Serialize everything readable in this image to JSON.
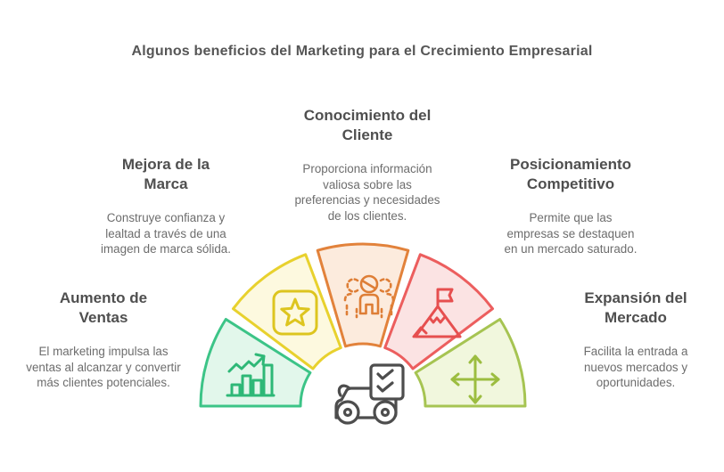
{
  "title": "Algunos beneficios del Marketing para el Crecimiento Empresarial",
  "benefits": [
    {
      "id": "aumento-de-ventas",
      "heading": "Aumento de Ventas",
      "body": "El marketing impulsa las ventas al alcanzar y convertir más clientes potenciales.",
      "fill": "#e2f7eb",
      "stroke": "#3cc487",
      "icon_stroke": "#2eb877",
      "icon": "bar-chart-growth-icon"
    },
    {
      "id": "mejora-de-la-marca",
      "heading": "Mejora de la Marca",
      "body": "Construye confianza y lealtad a través de una imagen de marca sólida.",
      "fill": "#fdf9df",
      "stroke": "#e8d12e",
      "icon_stroke": "#ddc51f",
      "icon": "star-badge-icon"
    },
    {
      "id": "conocimiento-del-cliente",
      "heading": "Conocimiento del Cliente",
      "body": "Proporciona información valiosa sobre las preferencias y necesidades de los clientes.",
      "fill": "#fcebdd",
      "stroke": "#e2823b",
      "icon_stroke": "#de7e36",
      "icon": "customer-group-icon"
    },
    {
      "id": "posicionamiento-competitivo",
      "heading": "Posicionamiento Competitivo",
      "body": "Permite que las empresas se destaquen en un mercado saturado.",
      "fill": "#fbe3e3",
      "stroke": "#ec5e5e",
      "icon_stroke": "#e64f4f",
      "icon": "mountain-flag-icon"
    },
    {
      "id": "expansion-del-mercado",
      "heading": "Expansión del Mercado",
      "body": "Facilita la entrada a nuevos mercados y oportunidades.",
      "fill": "#f1f7dd",
      "stroke": "#a6c452",
      "icon_stroke": "#9cbd40",
      "icon": "expand-arrows-icon"
    }
  ],
  "center_icon": {
    "name": "car-with-checklist-icon",
    "color": "#4d4d4d"
  },
  "text_colors": {
    "title": "#565656",
    "heading": "#4f4f4f",
    "body": "#6d6d6d"
  }
}
